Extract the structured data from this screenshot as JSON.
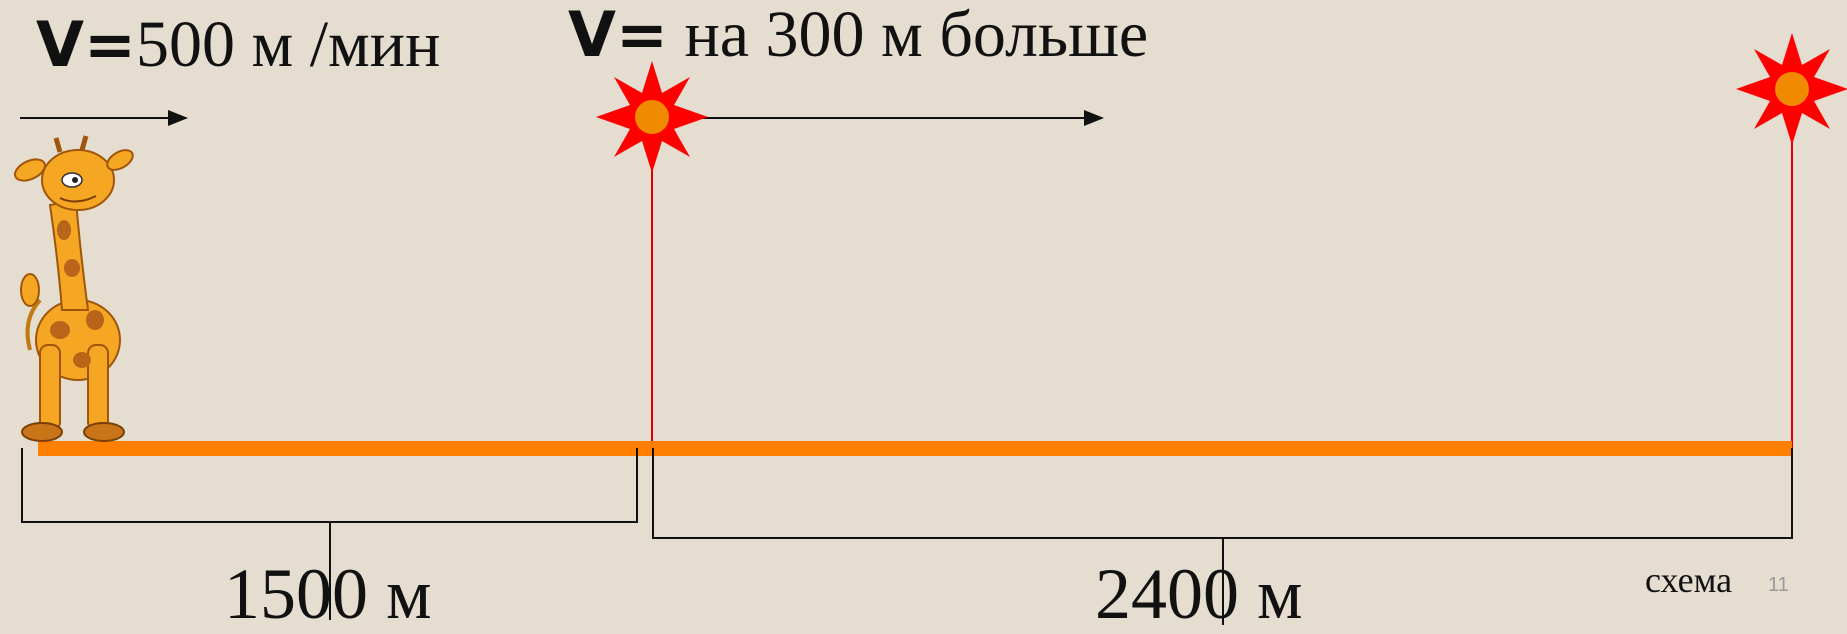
{
  "segment1": {
    "speed_prefix": "V=",
    "speed_text": "500 м /мин",
    "distance": "1500 м"
  },
  "segment2": {
    "speed_prefix": "V=",
    "speed_text": " на 300 м больше",
    "distance": "2400 м"
  },
  "caption": "схема",
  "slide_number": "11",
  "colors": {
    "background": "#e4ddd0",
    "road": "#ff8000",
    "marker_line": "#e00000",
    "star": "#ff0000",
    "star_center": "#f08a00"
  },
  "icons": [
    "giraffe-icon",
    "star-marker-icon",
    "arrow-right-icon"
  ]
}
